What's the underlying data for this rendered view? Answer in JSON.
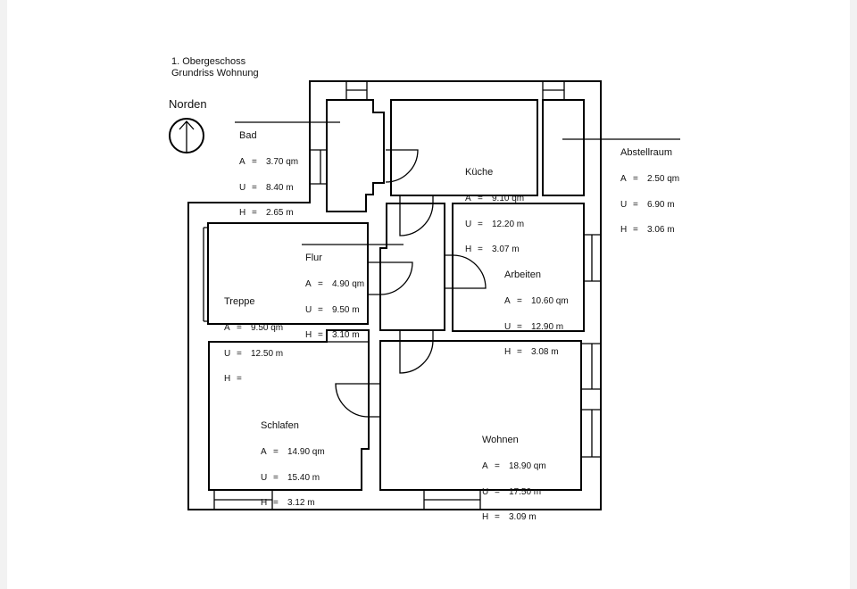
{
  "title": {
    "line1": "1. Obergeschoss",
    "line2": "Grundriss Wohnung"
  },
  "north": {
    "label": "Norden"
  },
  "rooms": [
    {
      "name": "Bad",
      "A": "3.70 qm",
      "U": "8.40 m",
      "H": "2.65 m"
    },
    {
      "name": "Küche",
      "A": "9.10 qm",
      "U": "12.20 m",
      "H": "3.07 m"
    },
    {
      "name": "Abstellraum",
      "A": "2.50 qm",
      "U": "6.90 m",
      "H": "3.06 m"
    },
    {
      "name": "Flur",
      "A": "4.90 qm",
      "U": "9.50 m",
      "H": "3.10 m"
    },
    {
      "name": "Arbeiten",
      "A": "10.60 qm",
      "U": "12.90 m",
      "H": "3.08 m"
    },
    {
      "name": "Treppe",
      "A": "9.50 qm",
      "U": "12.50 m",
      "H": ""
    },
    {
      "name": "Schlafen",
      "A": "14.90 qm",
      "U": "15.40 m",
      "H": "3.12 m"
    },
    {
      "name": "Wohnen",
      "A": "18.90 qm",
      "U": "17.50 m",
      "H": "3.09 m"
    }
  ],
  "keys": {
    "A": "A",
    "U": "U",
    "H": "H",
    "eq": "="
  }
}
